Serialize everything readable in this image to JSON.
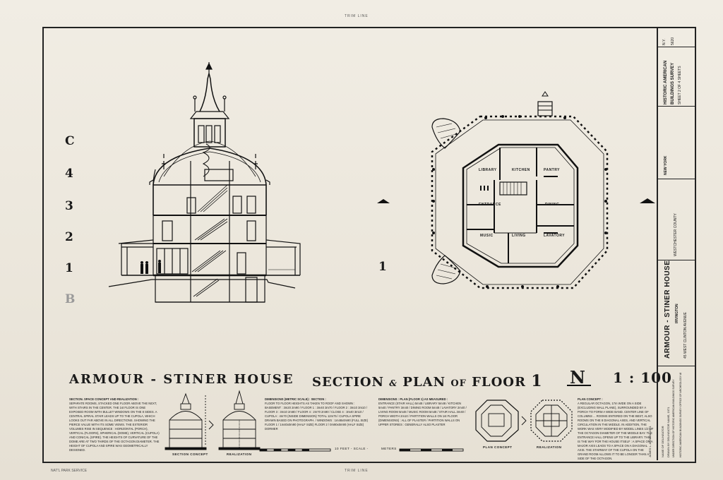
{
  "sheet": {
    "top_mark": "TRIM LINE",
    "bottom_mark": "TRIM LINE",
    "bottom_left_mark": "NAT'L PARK SERVICE"
  },
  "floor_index": [
    "C",
    "4",
    "3",
    "2",
    "1",
    "B"
  ],
  "plan_floor_number": "1",
  "titles": {
    "house": "ARMOUR - STINER HOUSE",
    "section": "SECTION",
    "amp": "&",
    "plan_of": "PLAN",
    "of": "OF",
    "floor": "FLOOR",
    "floor_num": "1",
    "north": "N",
    "scale": "1 : 100"
  },
  "rooms": {
    "library": "LIBRARY",
    "kitchen": "KITCHEN",
    "pantry": "PANTRY",
    "entrance": "ENTRANCE",
    "dining": "DINING",
    "music": "MUSIC",
    "living": "LIVING",
    "lavatory": "LAVATORY"
  },
  "notes": {
    "section_head": "SECTION.  SPACE CONCEPT AND REALIZATION :",
    "section_body": "SEPARATE ROOMS, STACKED ONE FLOOR ABOVE THE NEXT, WITH STAIRS IN THE CENTER. THE 1st FLOOR IS ONE EXPOSED ROOM WITH BULLET WINDOWS ON THE 8 SIDES. A CENTRAL SPIRAL STAIR LEADS UP TO THE CUPOLA, WHICH LOOKS OUT FAR ABOVE IN ALL DIRECTIONS. SHOWING THE PIERCE VALUE WITH ITS SOME VIEWS. THE EXTERIOR VOLUMES RISE IN SEQUENCE : HORIZONTAL (PORCH), VERTICAL (FLOORS), SPHERICAL (DOME), VERTICAL (CUPOLA) AND CONICAL (SPIRE). THE HEIGHTS OF CURVATURE OF THE DOME ARE AT TWO THIRDS OF THE OCTAGON DIAMETER. THE HEIGHT OF CUPOLA AND SPIRE WAS GEOMETRICALLY DESIGNED.",
    "dims_head": "DIMENSIONS (METRIC SCALE) :  SECTION :",
    "dims_body": "FLOOR TO FLOOR HEIGHTS AS TAKEN TO ROOF AND SHOWN : BASEMENT : 3m20  2m90 / FLOOR 1 : 3m40  3m70 / FLOOR 2 : 3m10  3m10 / FLOOR 3 : 3m10  2m80 / FLOOR 4 : 2m70  2m90 / CLOSE 4 : 3m40  3m10 / CUPOLA : 4m70 (INSIDE DIMENSION) TOTAL 12m75 / CUPOLA SPIRE DRAWN BASED ON PHOTOGRAPH. / WINDOWS : 1m48x0m90 (FULL SIZE) FLOOR 1 / 1m40x0m90 (HALF SIZE) FLOOR 2 / 0m90x0m90 (HALF SIZE) DORMER",
    "dims2_head": "DIMENSIONS : PLAN (FLOOR 1) AS MEASURED :",
    "dims2_body": "ENTRANCE (STAIR HALL) 5m48 / LIBRARY 5m48 / KITCHEN 5m40 / PANTRY 3m40 / DINING ROOM 5m48 / LAVATORY 2m40 / LIVING ROOM 5m48 / MUSIC ROOM 5m48 / STAIR HALL 3m40 / PORCH WIDTH 2m10 / PARTITION WALLS ON 1st FLOOR (DIMENSIONS) : ALL OF PLASTER / PARTITION WALLS ON UPPER STORIES : GENERALLY ALSO PLASTER",
    "plan_head": "PLAN CONCEPT :",
    "plan_body": "A REGULAR OCTAGON, 17m WIDE ON A SIDE (EXCLUDING WALL PLANE), SURROUNDED BY A PORCH TO FORM A WIDE BAND. CENTER LINE OF COLUMNS ... ROOMS ENTERED ON THE BEST, ALSO ROOMS ON THE 8 DIAGONAL AXES, AND VERTICAL CIRCULATION IN THE MIDDLE. IN ADDITION, THE WORK WAS VERY MODIFIED BY MODEL LINES 1/2 OF THE OCTAGON DIAMETER OF THE MIDDLE BAY. THE ENTRANCE HALL OPENS UP TO THE LIBRARY. THIS IS THE WAY FOR THE HOUSE ITSELF : A SPACE ON A MAJOR AXIS LEADS TO A SPACE ON A DIAGONAL AXIS. THE STAIRWAY OF THE CUPOLA ON THE GRAND ROOM ALLOWS IT TO BE LONGER THAN A SIDE OF THE OCTAGON.",
    "sec_concept": "SECTION CONCEPT",
    "realization": "REALIZATION",
    "plan_concept": "PLAN CONCEPT",
    "realization2": "REALIZATION",
    "scale_bar_label": "10 FEET  -  SCALE  -",
    "meters": "METERS"
  },
  "title_block": {
    "survey_top": "HISTORIC AMERICAN",
    "survey_mid": "BUILDINGS SURVEY",
    "survey_sheet": "SHEET 2 OF 4 SHEETS",
    "survey_no": "N.Y.",
    "survey_code": "5620",
    "county": "WESTCHESTER COUNTY",
    "state": "NEW YORK",
    "house": "ARMOUR - STINER HOUSE",
    "town": "IRVINGTON",
    "address": "45 WEST CLINTON AVENUE",
    "drawn_by_head": "NAME OF DELINEATOR",
    "delineator": "DRAWN BY DELINEATOR NAME, 1971",
    "school": "UNDER DIRECTION OF HISTORIC AMERICAN BUILDINGS SURVEY",
    "office": "HISTORIC AMERICAN BUILDINGS SURVEY OFFICE OF ARCHEOLOGY AND HISTORIC PRESERVATION, NATIONAL PARK SERVICE",
    "date": "JAMES L. AGNEW, 1971"
  }
}
